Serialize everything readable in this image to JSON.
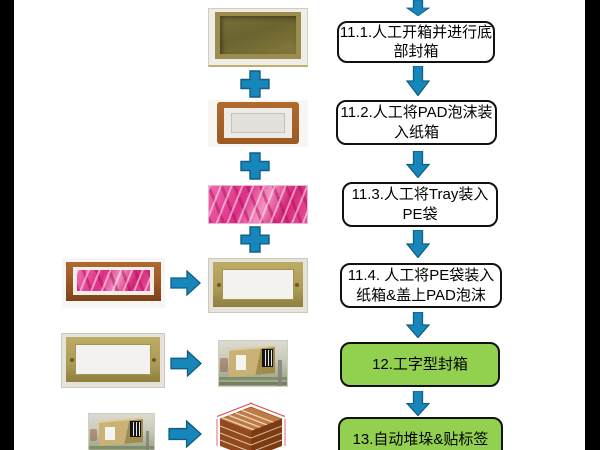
{
  "diagram": {
    "type": "packaging-process-flowchart",
    "language": "zh-CN",
    "steps": [
      {
        "id": "11.1",
        "label": "11.1.人工开箱并进行底\n部封箱",
        "style": "white"
      },
      {
        "id": "11.2",
        "label": "11.2.人工将PAD泡沫装\n入纸箱",
        "style": "white"
      },
      {
        "id": "11.3",
        "label": "11.3.人工将Tray装入\nPE袋",
        "style": "white"
      },
      {
        "id": "11.4",
        "label": "11.4. 人工将PE袋装入\n纸箱&盖上PAD泡沫",
        "style": "white"
      },
      {
        "id": "12",
        "label": "12.工字型封箱",
        "style": "green"
      },
      {
        "id": "13",
        "label": "13.自动堆垛&贴标签",
        "style": "green"
      }
    ],
    "photos": [
      "open-empty-carton-photo",
      "carton-with-pad-foam-photo",
      "pink-pe-bag-photo",
      "carton-with-foam-top-photo",
      "pe-bag-inside-carton-photo",
      "carton-with-foam-top-photo-2",
      "sealed-carton-on-conveyor-photo",
      "sealed-carton-on-conveyor-photo-2",
      "pallet-stack-render"
    ],
    "icons": {
      "plus": "plus-icon",
      "arrow_down": "arrow-down-icon",
      "arrow_right": "arrow-right-icon"
    },
    "colors": {
      "arrow_blue": "#1787BB",
      "arrow_blue_border": "#0F5E83",
      "step_green": "#92D050",
      "box_border": "#111111",
      "letterbox": "#000000"
    }
  }
}
